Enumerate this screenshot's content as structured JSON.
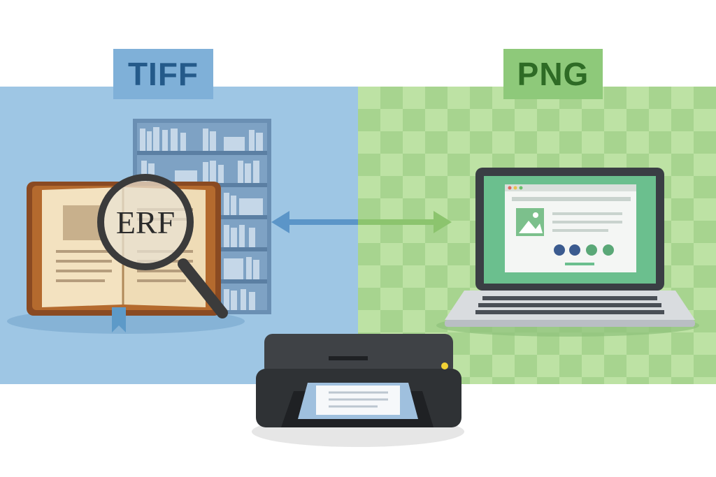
{
  "labels": {
    "left": "TIFF",
    "right": "PNG",
    "magnifier_text": "ERF"
  },
  "colors": {
    "left_panel": "#9ec6e4",
    "right_panel": "#a7d48f",
    "checker": "#b9de9f",
    "arrow_left": "#5b95c8",
    "arrow_right": "#8cc46e"
  },
  "icons": [
    "book-icon",
    "magnifying-glass-icon",
    "bookshelf-icon",
    "laptop-icon",
    "image-icon",
    "facebook-icon",
    "twitter-icon",
    "share-icon",
    "instagram-icon",
    "printer-icon",
    "double-arrow-icon"
  ]
}
